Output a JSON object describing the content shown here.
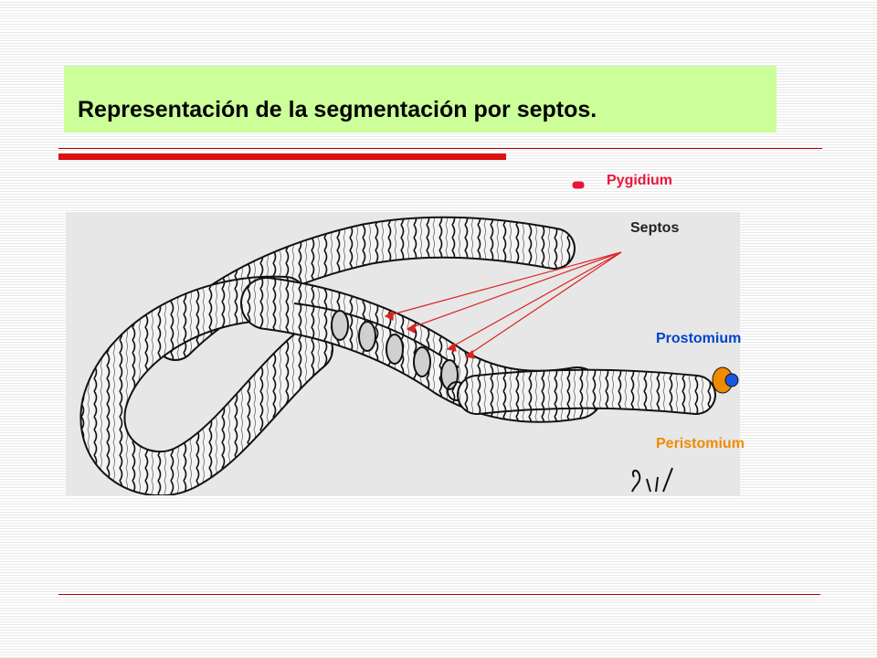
{
  "slide": {
    "title": "Representación de la segmentación por septos."
  },
  "labels": {
    "pygidium": "Pygidium",
    "septos": "Septos",
    "prostomium": "Prostomium",
    "peristomium": "Peristomium"
  },
  "colors": {
    "title_bg": "#ccff99",
    "accent_red": "#dd1111",
    "pygidium": "#e8163c",
    "septos": "#222222",
    "prostomium": "#0044cc",
    "peristomium": "#f08a00",
    "figure_bg": "#e7e7e7"
  }
}
